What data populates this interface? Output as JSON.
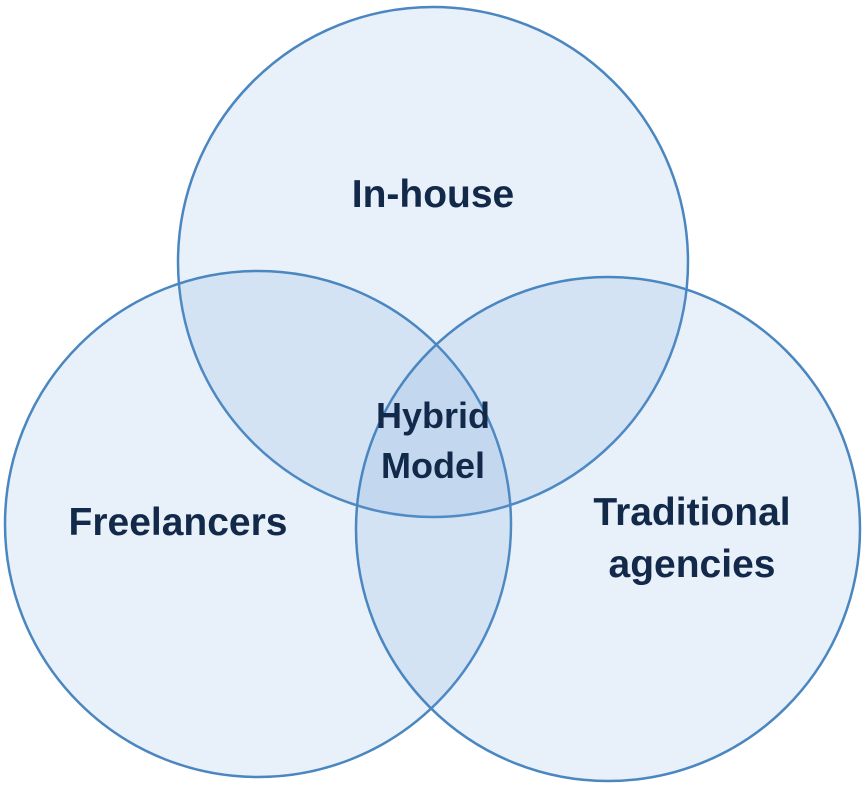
{
  "diagram": {
    "type": "venn",
    "colors": {
      "fill": "#649bd7",
      "stroke": "#4a86c0",
      "text": "#12294a"
    },
    "sets": [
      {
        "id": "in-house",
        "label": "In-house"
      },
      {
        "id": "freelancers",
        "label": "Freelancers"
      },
      {
        "id": "traditional-agencies",
        "label_line1": "Traditional",
        "label_line2": "agencies"
      }
    ],
    "center": {
      "label_line1": "Hybrid",
      "label_line2": "Model"
    }
  }
}
